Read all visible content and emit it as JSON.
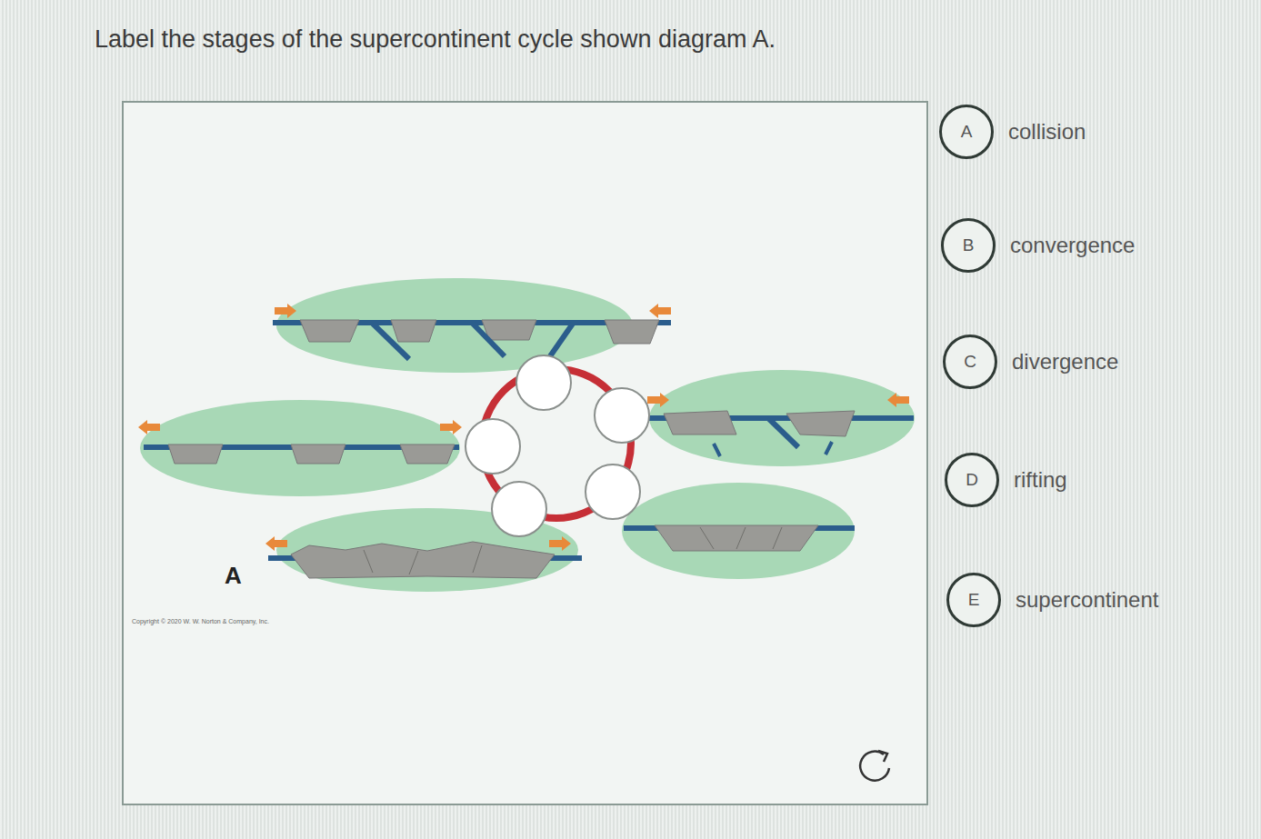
{
  "diagram": {
    "title": "Label the stages of the supercontinent cycle shown diagram A.",
    "nodes": [
      {
        "text": [
          "A",
          "collision"
        ]
      },
      {
        "text": [
          "B",
          "convergence"
        ]
      },
      {
        "text": [
          "C",
          "divergence"
        ]
      },
      {
        "text": [
          "D",
          "rifting"
        ]
      },
      {
        "text": [
          "E",
          "supercontinent"
        ]
      }
    ],
    "labels": [
      "A",
      "Copyright © 2020 W. W. Norton & Company, Inc."
    ]
  }
}
